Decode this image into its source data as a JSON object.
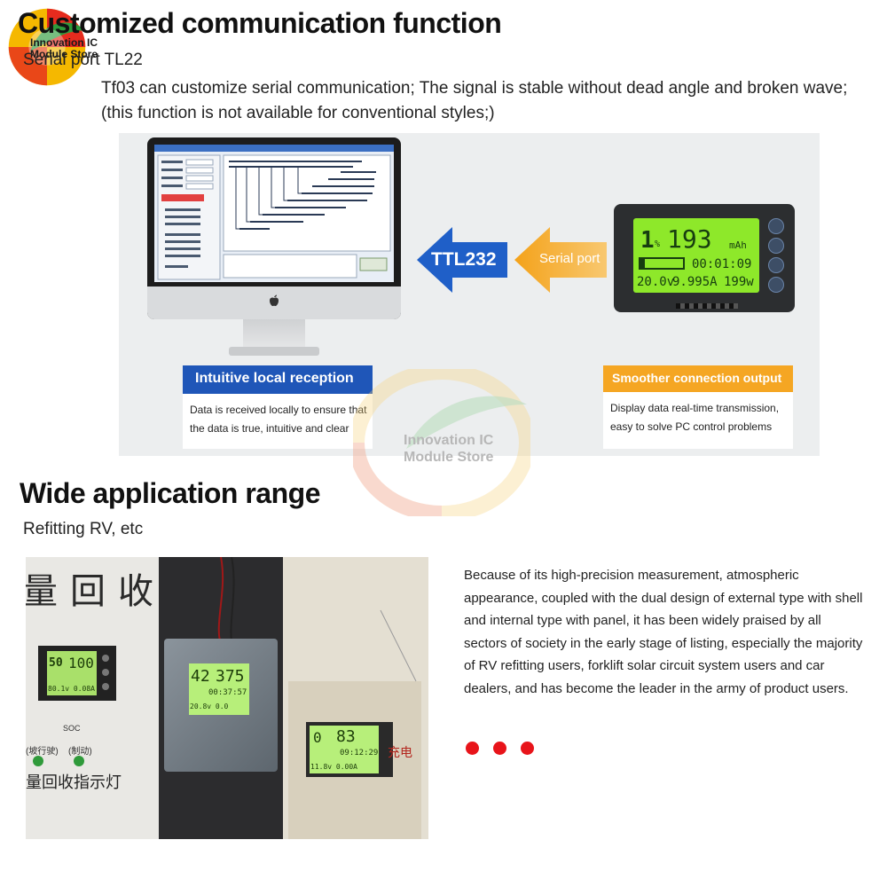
{
  "logo": {
    "line1": "Innovation IC",
    "line2": "Module Store"
  },
  "section1": {
    "title": "Customized communication function",
    "subtitle": "Serial port TL22",
    "paragraph": "Tf03 can customize serial communication; The signal is stable without dead angle and broken wave; (this function is not available for conventional styles;)"
  },
  "diagram": {
    "left_arrow_label": "TTL232",
    "right_arrow_label": "Serial port",
    "meter": {
      "percent_value": "1",
      "percent_unit": "%",
      "capacity_value": "193",
      "capacity_unit": "mAh",
      "time": "00:01:09",
      "voltage": "20.0v",
      "current": "9.995A",
      "power": "199w",
      "battery_level": 0.1
    },
    "left_box": {
      "title": "Intuitive local reception",
      "text_line1": "Data is received locally to ensure that",
      "text_line2": "the data is true, intuitive and clear"
    },
    "right_box": {
      "title": "Smoother connection output",
      "text_line1": "Display data real-time transmission,",
      "text_line2": "easy to solve PC control problems"
    }
  },
  "watermark": {
    "line1": "Innovation IC",
    "line2": "Module Store"
  },
  "section2": {
    "title": "Wide application range",
    "subtitle": "Refitting RV, etc",
    "description": "Because of its high-precision measurement, atmospheric appearance, coupled with the dual design of external type with shell and internal type with panel, it has been widely praised by all sectors of society in the early stage of listing, especially the majority of RV refitting users, forklift solar circuit system users and car dealers, and has become the leader in the army of product users."
  },
  "photo": {
    "wall_chars": "量回收",
    "soc_label": "SOC",
    "label_left": "(坡行驶)",
    "label_right": "(制动)",
    "bottom_chars": "量回收指示灯",
    "right_chars": "充电",
    "meter1": {
      "big": "50",
      "small": "100",
      "bottom": "80.1v 0.08A"
    },
    "meter2": {
      "big": "42",
      "big2": "375",
      "mid": "00:37:57",
      "bottom": "20.8v 0.0"
    },
    "meter3": {
      "big": "0",
      "big2": "83",
      "mid": "09:12:29",
      "bottom": "11.8v 0.00A"
    }
  },
  "colors": {
    "blue": "#1f56b8",
    "orange": "#f5a623",
    "red_dot": "#e8141a",
    "lcd_green": "#8ee82a"
  }
}
